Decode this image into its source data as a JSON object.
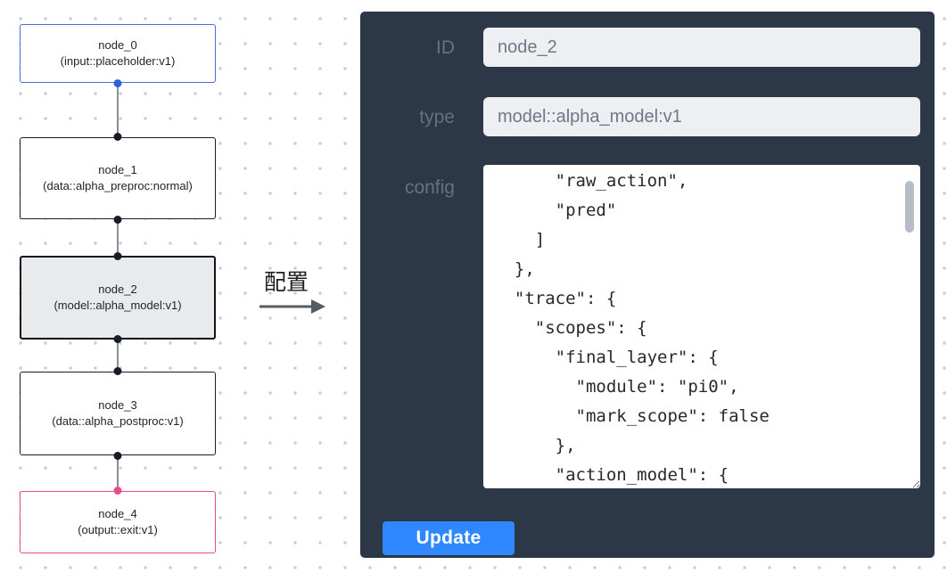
{
  "flowchart": {
    "nodes": [
      {
        "title": "node_0",
        "subtitle": "(input::placeholder:v1)"
      },
      {
        "title": "node_1",
        "subtitle": "(data::alpha_preproc:normal)"
      },
      {
        "title": "node_2",
        "subtitle": "(model::alpha_model:v1)"
      },
      {
        "title": "node_3",
        "subtitle": "(data::alpha_postproc:v1)"
      },
      {
        "title": "node_4",
        "subtitle": "(output::exit:v1)"
      }
    ]
  },
  "annotation": {
    "label": "配置"
  },
  "panel": {
    "id_label": "ID",
    "id_value": "node_2",
    "type_label": "type",
    "type_value": "model::alpha_model:v1",
    "config_label": "config",
    "config_value": "      \"raw_action\",\n      \"pred\"\n    ]\n  },\n  \"trace\": {\n    \"scopes\": {\n      \"final_layer\": {\n        \"module\": \"pi0\",\n        \"mark_scope\": false\n      },\n      \"action_model\": {",
    "update_label": "Update"
  },
  "colors": {
    "panel_bg": "#2c3747",
    "accent_blue": "#2f88ff",
    "input_node_border": "#4b6fd6",
    "output_node_border": "#ea4a8e",
    "selected_node_bg": "#e9eaec"
  }
}
